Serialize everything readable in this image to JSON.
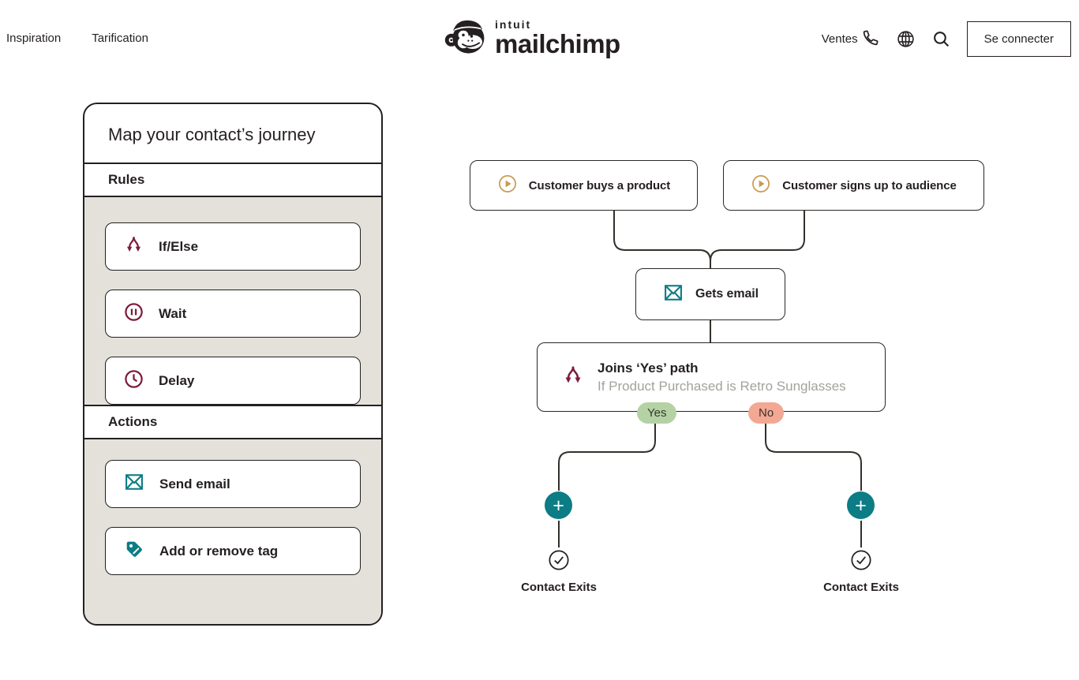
{
  "header": {
    "nav": [
      {
        "label": "Inspiration"
      },
      {
        "label": "Tarification"
      }
    ],
    "logo": {
      "intuit": "intuit",
      "mailchimp": "mailchimp"
    },
    "sales_label": "Ventes",
    "login_label": "Se connecter"
  },
  "panel": {
    "title": "Map your contact’s journey",
    "sections": [
      {
        "label": "Rules",
        "items": [
          {
            "label": "If/Else",
            "icon": "branch-icon"
          },
          {
            "label": "Wait",
            "icon": "pause-circle-icon"
          },
          {
            "label": "Delay",
            "icon": "clock-icon"
          }
        ]
      },
      {
        "label": "Actions",
        "items": [
          {
            "label": "Send email",
            "icon": "envelope-icon"
          },
          {
            "label": "Add or remove tag",
            "icon": "tag-icon"
          }
        ]
      }
    ]
  },
  "flow": {
    "triggers": [
      {
        "label": "Customer buys a product",
        "icon": "play-circle-icon"
      },
      {
        "label": "Customer signs up to audience",
        "icon": "play-circle-icon"
      }
    ],
    "email_step": {
      "label": "Gets email",
      "icon": "envelope-icon"
    },
    "branch_step": {
      "title": "Joins ‘Yes’ path",
      "subtitle": "If Product Purchased is Retro Sunglasses",
      "icon": "branch-icon",
      "yes_label": "Yes",
      "no_label": "No"
    },
    "plus_glyph": "+",
    "exits": [
      {
        "label": "Contact Exits"
      },
      {
        "label": "Contact Exits"
      }
    ]
  },
  "colors": {
    "ink": "#241f20",
    "line": "#33302b",
    "panel_gray": "#e3e1da",
    "maroon": "#7c1c3d",
    "teal": "#0c7c85",
    "gold": "#c79b54",
    "yes_green": "#b4d2a3",
    "no_salmon": "#f2a893",
    "subtitle_gray": "#a3a29c"
  }
}
